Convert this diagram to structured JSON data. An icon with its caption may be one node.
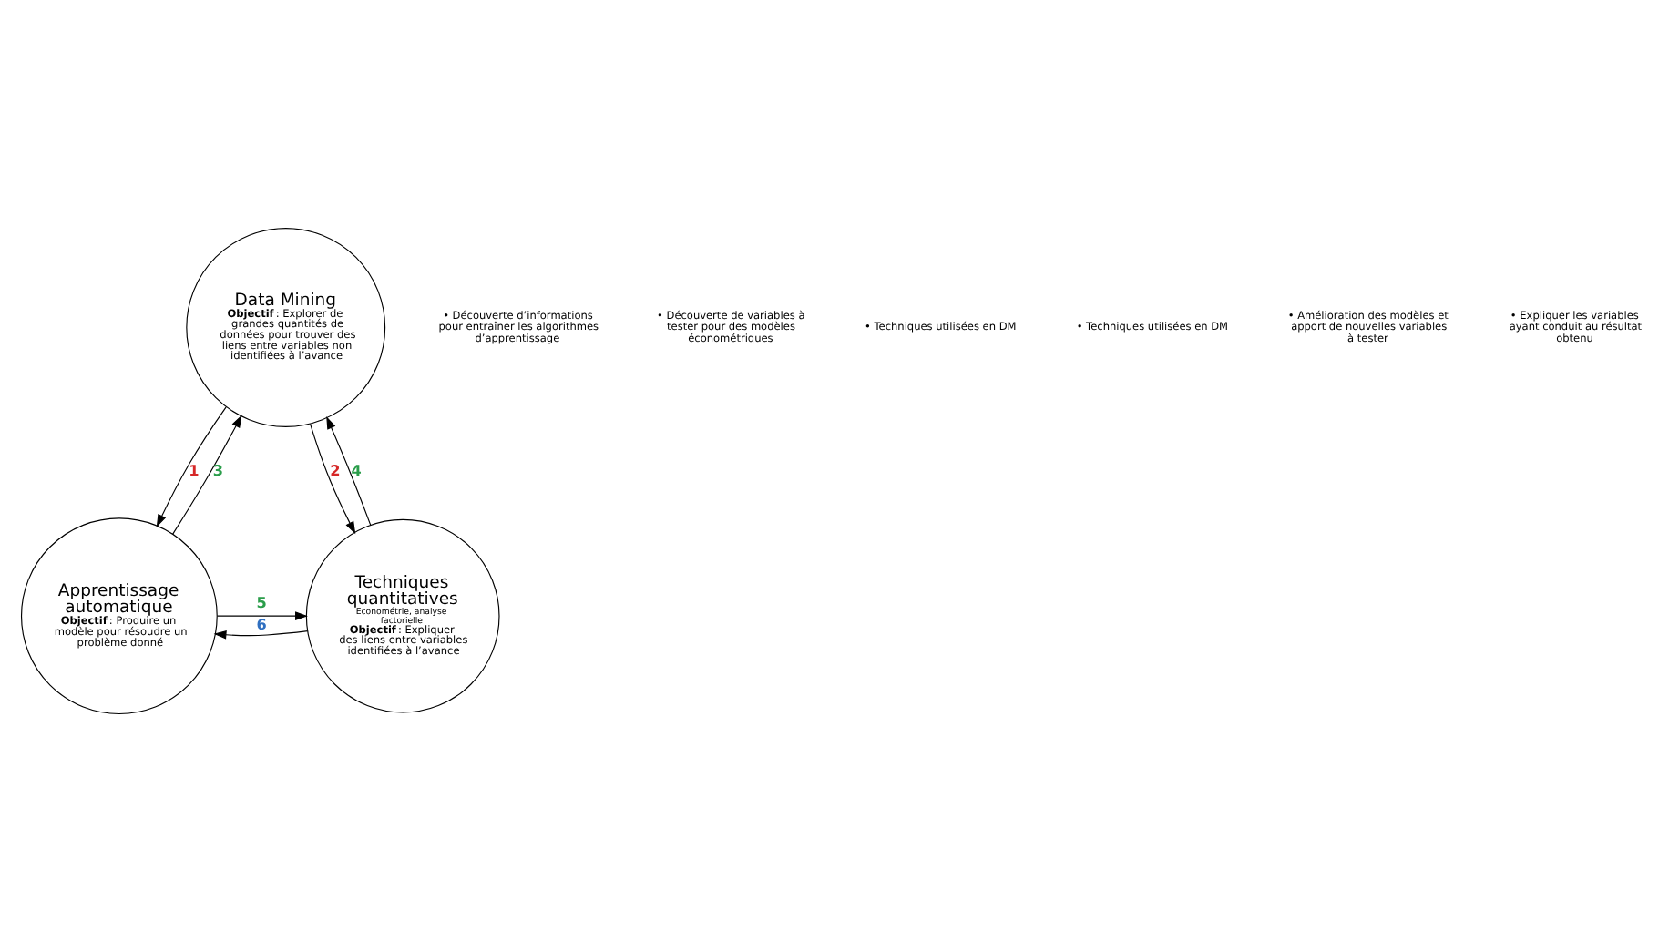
{
  "diagram": {
    "nodes": [
      {
        "text": [
          "Data Mining",
          "**Objectif** : Explorer de grandes quantités de données pour trouver des liens entre variables non identifiées à l’avance"
        ]
      },
      {
        "text": [
          "Apprentissage automatique",
          "**Objectif** : Produire un modèle pour résoudre un problème donné"
        ]
      },
      {
        "text": [
          "Techniques quantitatives",
          "Econométrie, analyse factorielle",
          "**Objectif** : Expliquer des liens entre variables identifiées à l’avance"
        ]
      }
    ],
    "edges": [
      {
        "from": 0,
        "to": 1,
        "arrow": "to",
        "label": "1"
      },
      {
        "from": 0,
        "to": 2,
        "arrow": "to",
        "label": "2"
      },
      {
        "from": 1,
        "to": 0,
        "arrow": "to",
        "label": "3"
      },
      {
        "from": 2,
        "to": 0,
        "arrow": "to",
        "label": "4"
      },
      {
        "from": 1,
        "to": 2,
        "arrow": "to",
        "label": "5"
      },
      {
        "from": 2,
        "to": 1,
        "arrow": "to",
        "label": "6"
      }
    ],
    "labels": [
      "• Découverte d’informations pour entraîner les algorithmes d’apprentissage",
      "• Découverte de variables à tester pour des modèles économétriques",
      "• Techniques utilisées en DM",
      "• Techniques utilisées en DM",
      "• Amélioration des modèles et apport de nouvelles variables à tester",
      "• Expliquer les variables ayant conduit au résultat obtenu"
    ]
  }
}
